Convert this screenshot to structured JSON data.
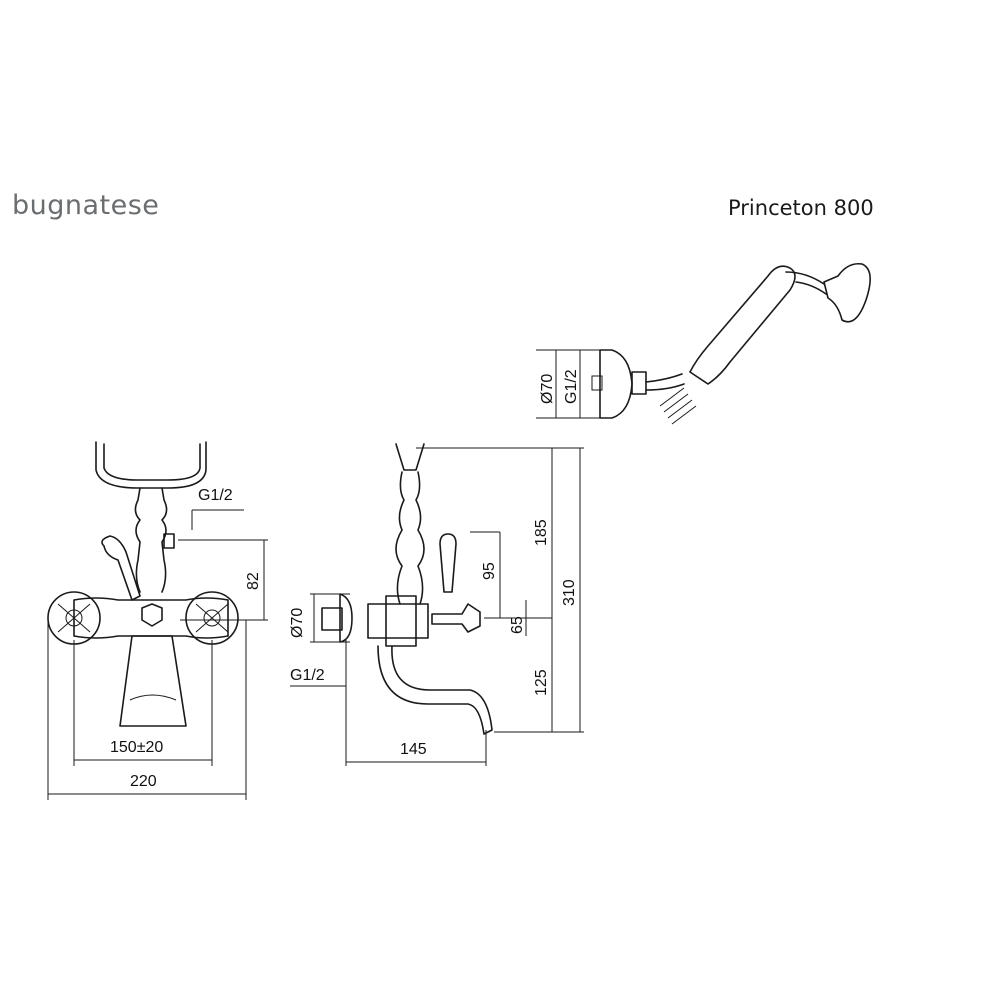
{
  "brand": "bugnatese",
  "product": "Princeton 800",
  "front_view": {
    "thread": "G1/2",
    "height_outlet": "82",
    "centers": "150±20",
    "width": "220"
  },
  "side_view": {
    "diameter": "Ø70",
    "thread": "G1/2",
    "spout_reach": "145",
    "dim_95": "95",
    "dim_65": "65",
    "dim_125": "125",
    "dim_185": "185",
    "total_height": "310"
  },
  "hand_shower": {
    "diameter": "Ø70",
    "thread": "G1/2"
  }
}
